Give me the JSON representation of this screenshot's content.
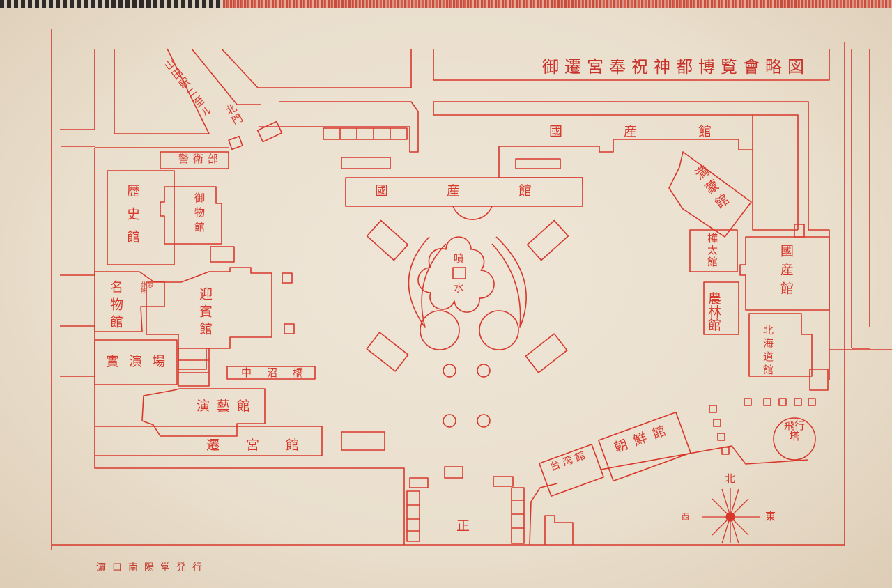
{
  "title": "御遷宮奉祝神都博覧會略図",
  "publisher": "濵口南陽堂発行",
  "colors": {
    "ink": "#d8382c",
    "paper": "#eadfcd"
  },
  "labels": {
    "station": "山田駅ニ至ル",
    "north_gate": "北門",
    "police": "警衛部",
    "kokusan_upper": "國産館",
    "kokusan_main": "國産館",
    "kokusan_right": "國産館",
    "manmo": "満蒙館",
    "karafuto": "樺太館",
    "norin": "農林館",
    "hokkaido": "北海道館",
    "rekishi": "歴史館",
    "gomotsu": "御物館",
    "meibutsu": "名物館",
    "tatemono": "休憩所",
    "geihin": "迎賓館",
    "jitsuen": "實演場",
    "bridge": "中沼橋",
    "engei": "演藝館",
    "sengu": "遷宮館",
    "fountain_top": "噴",
    "fountain_bottom": "水",
    "taiwan": "台湾館",
    "chosen": "朝鮮館",
    "hiko": "飛行塔",
    "main_gate": "正",
    "compass_n": "北",
    "compass_e": "東",
    "compass_w": "西"
  }
}
